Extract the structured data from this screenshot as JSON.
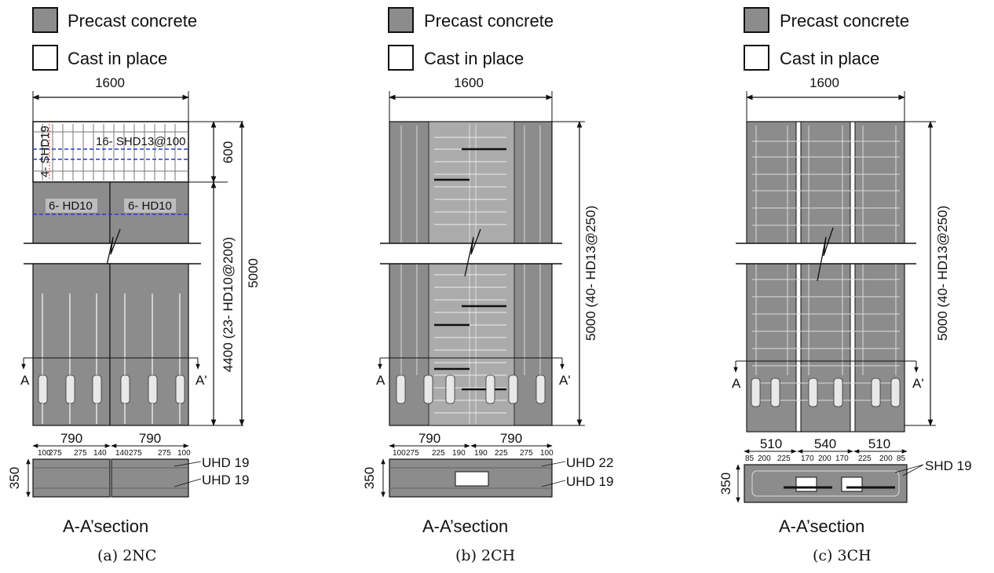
{
  "legend": {
    "precast": "Precast concrete",
    "cast": "Cast in place"
  },
  "panels": [
    {
      "caption": "(a) 2NC",
      "width_label": "1600",
      "top_height_label": "600",
      "total_height_label": "5000",
      "bottom_height_label": "4400 (23- HD10@200)",
      "top_rebar": "16- SHD13@100",
      "vert_rebar": "4- SHD19",
      "mid_rebar_left": "6- HD10",
      "mid_rebar_right": "6- HD10",
      "section_marker_left": "A",
      "section_marker_right": "A'",
      "sect_widths": [
        "790",
        "790"
      ],
      "sect_spacing": [
        "100",
        "275",
        "275",
        "140",
        "140",
        "275",
        "275",
        "100"
      ],
      "sect_depth": "350",
      "rebar_top": "UHD 19",
      "rebar_bottom": "UHD 19",
      "section_label": "A-A’section"
    },
    {
      "caption": "(b) 2CH",
      "width_label": "1600",
      "total_height_label": "5000 (40- HD13@250)",
      "section_marker_left": "A",
      "section_marker_right": "A'",
      "sect_widths": [
        "790",
        "790"
      ],
      "sect_spacing": [
        "100",
        "275",
        "225",
        "190",
        "190",
        "225",
        "275",
        "100"
      ],
      "sect_depth": "350",
      "rebar_top": "UHD 22",
      "rebar_bottom": "UHD 19",
      "section_label": "A-A’section"
    },
    {
      "caption": "(c) 3CH",
      "width_label": "1600",
      "total_height_label": "5000 (40- HD13@250)",
      "section_marker_left": "A",
      "section_marker_right": "A'",
      "sect_widths": [
        "510",
        "540",
        "510"
      ],
      "sect_spacing": [
        "85",
        "200",
        "225",
        "170",
        "200",
        "170",
        "225",
        "200",
        "85"
      ],
      "sect_depth": "350",
      "rebar": "SHD 19",
      "section_label": "A-A’section"
    }
  ],
  "colors": {
    "precast": "#8c8c8c",
    "cast": "#ffffff",
    "line": "#111111",
    "rebar_dash": "#2a39c8"
  }
}
